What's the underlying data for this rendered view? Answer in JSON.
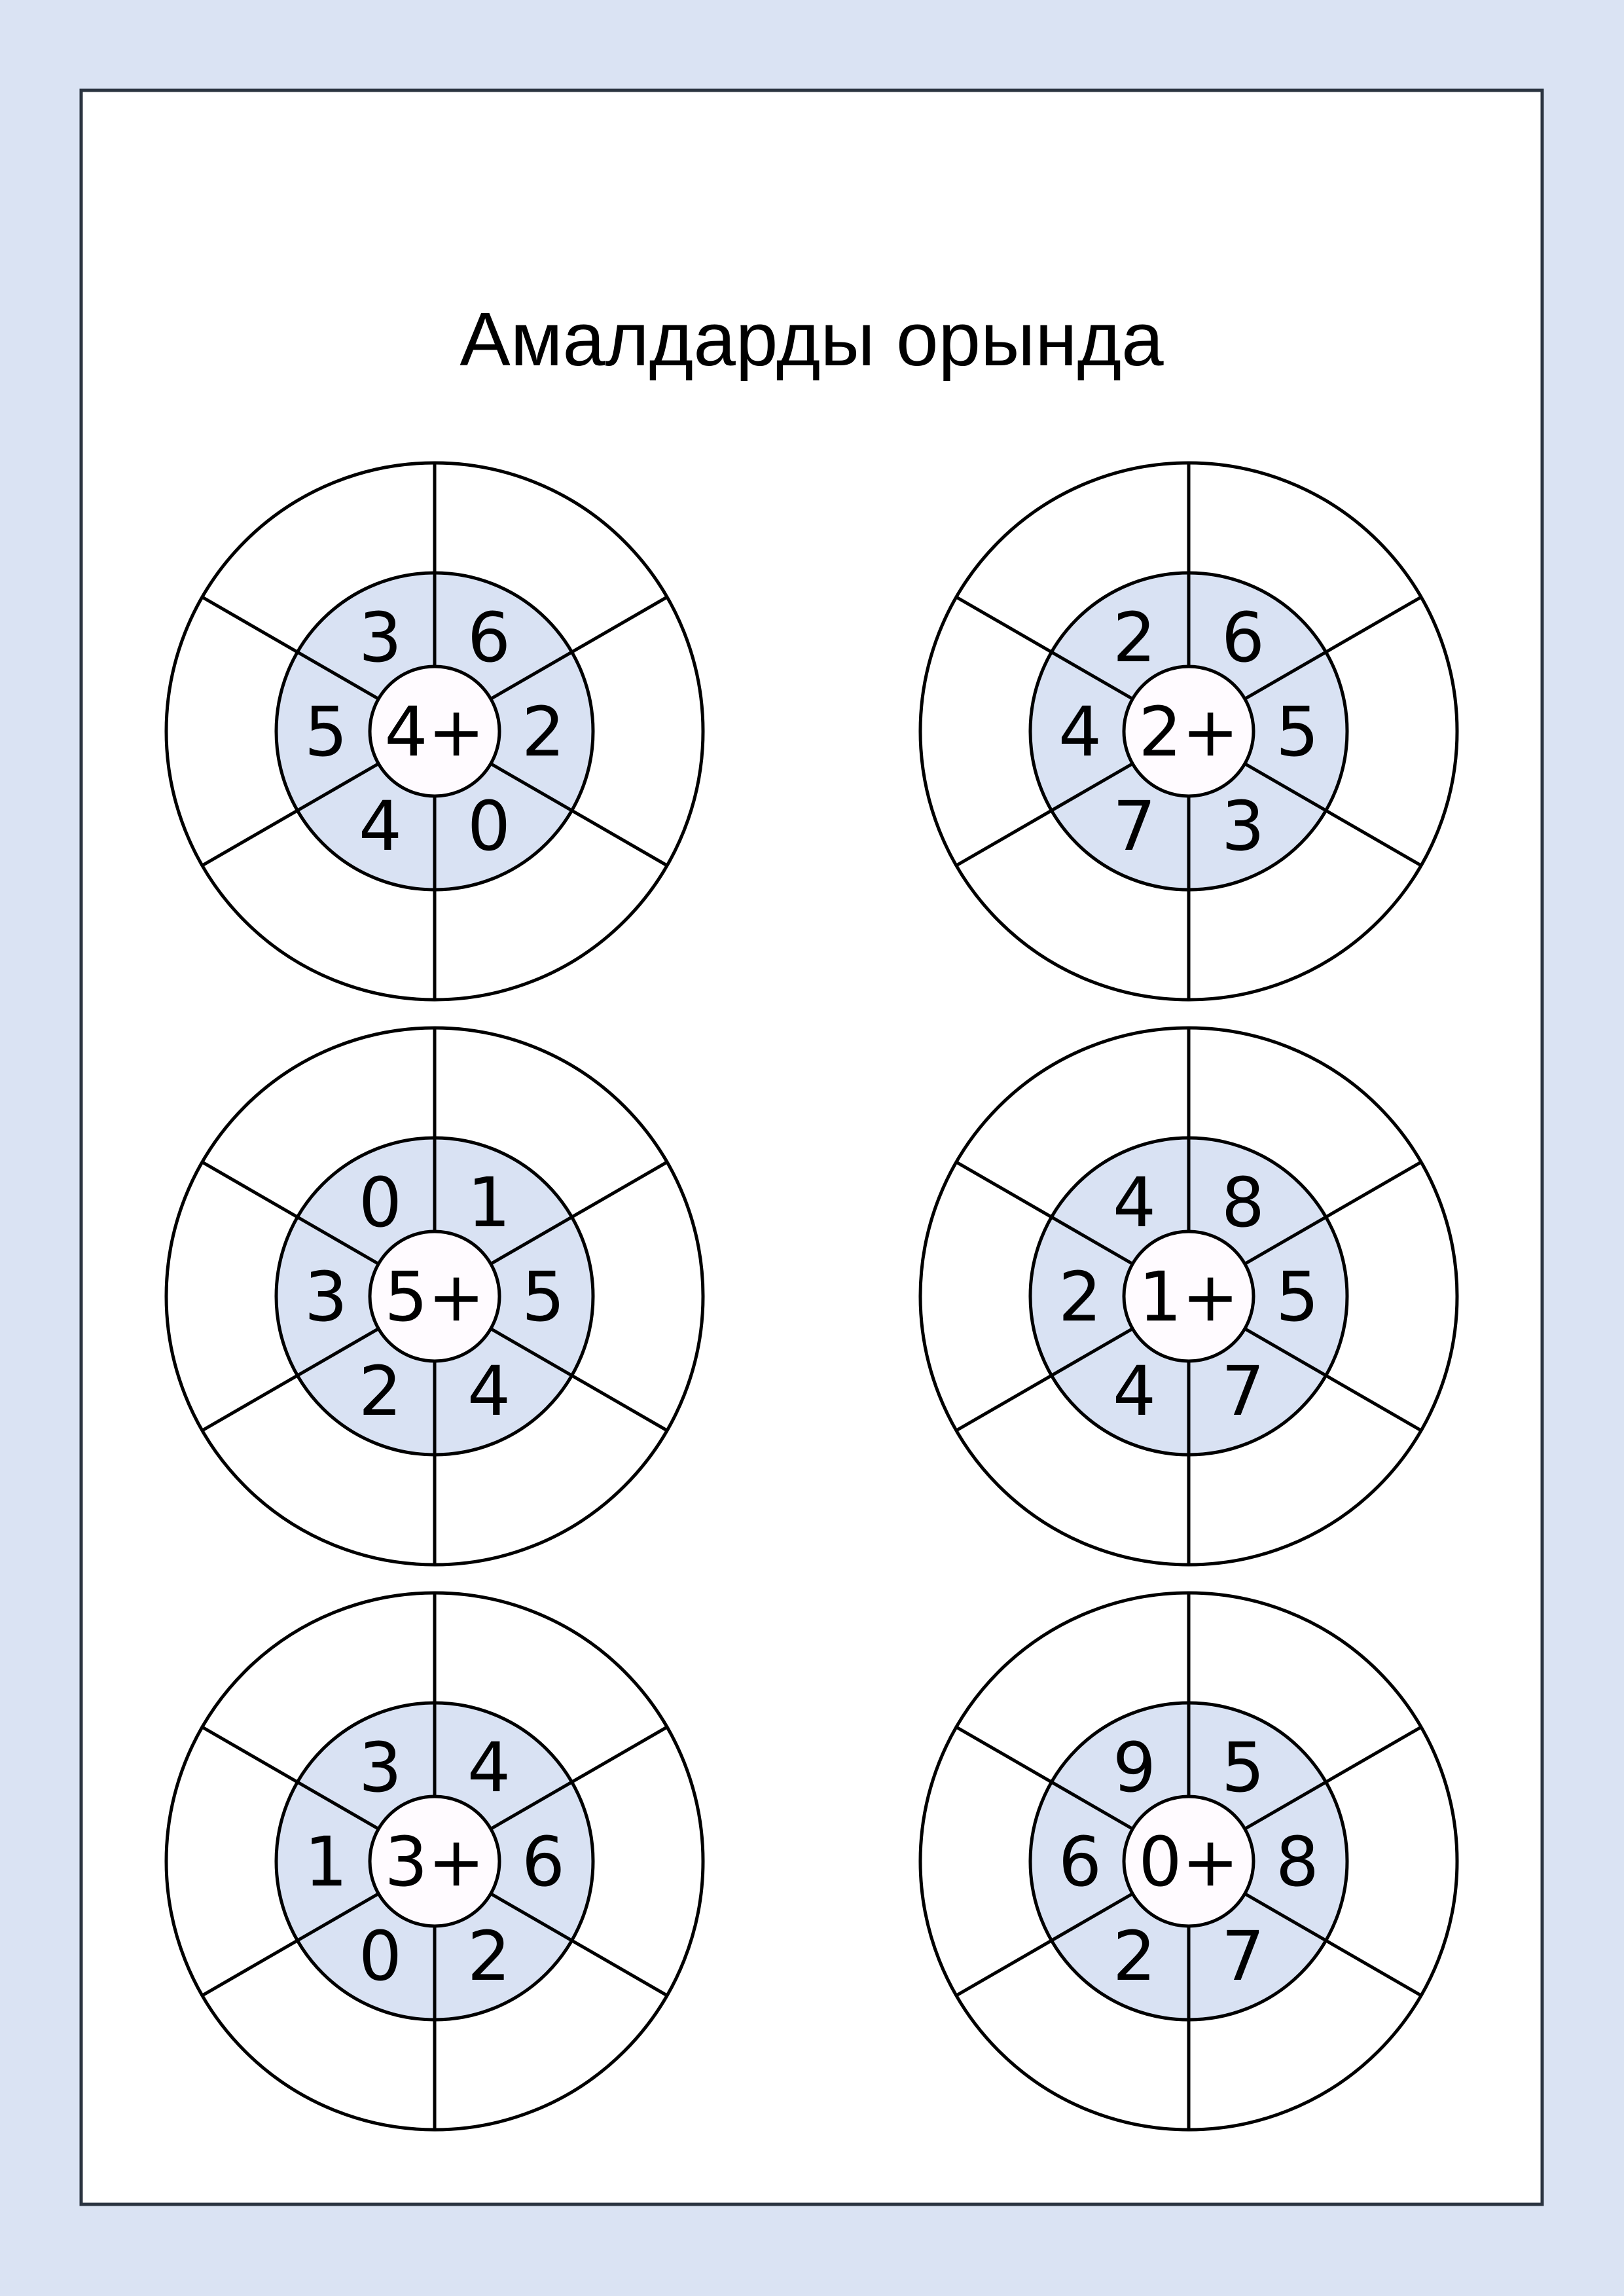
{
  "title": "Амалдарды орында",
  "colors": {
    "page_bg": "#dae3f3",
    "ring_fill": "#d9e2f3",
    "center_fill": "#fffbff",
    "stroke": "#000000",
    "frame": "#2b3440"
  },
  "wheels": [
    {
      "center": "4+",
      "numbers": [
        "3",
        "6",
        "2",
        "0",
        "4",
        "5"
      ]
    },
    {
      "center": "2+",
      "numbers": [
        "2",
        "6",
        "5",
        "3",
        "7",
        "4"
      ]
    },
    {
      "center": "5+",
      "numbers": [
        "0",
        "1",
        "5",
        "4",
        "2",
        "3"
      ]
    },
    {
      "center": "1+",
      "numbers": [
        "4",
        "8",
        "5",
        "7",
        "4",
        "2"
      ]
    },
    {
      "center": "3+",
      "numbers": [
        "3",
        "4",
        "6",
        "2",
        "0",
        "1"
      ]
    },
    {
      "center": "0+",
      "numbers": [
        "9",
        "5",
        "8",
        "7",
        "2",
        "6"
      ]
    }
  ]
}
